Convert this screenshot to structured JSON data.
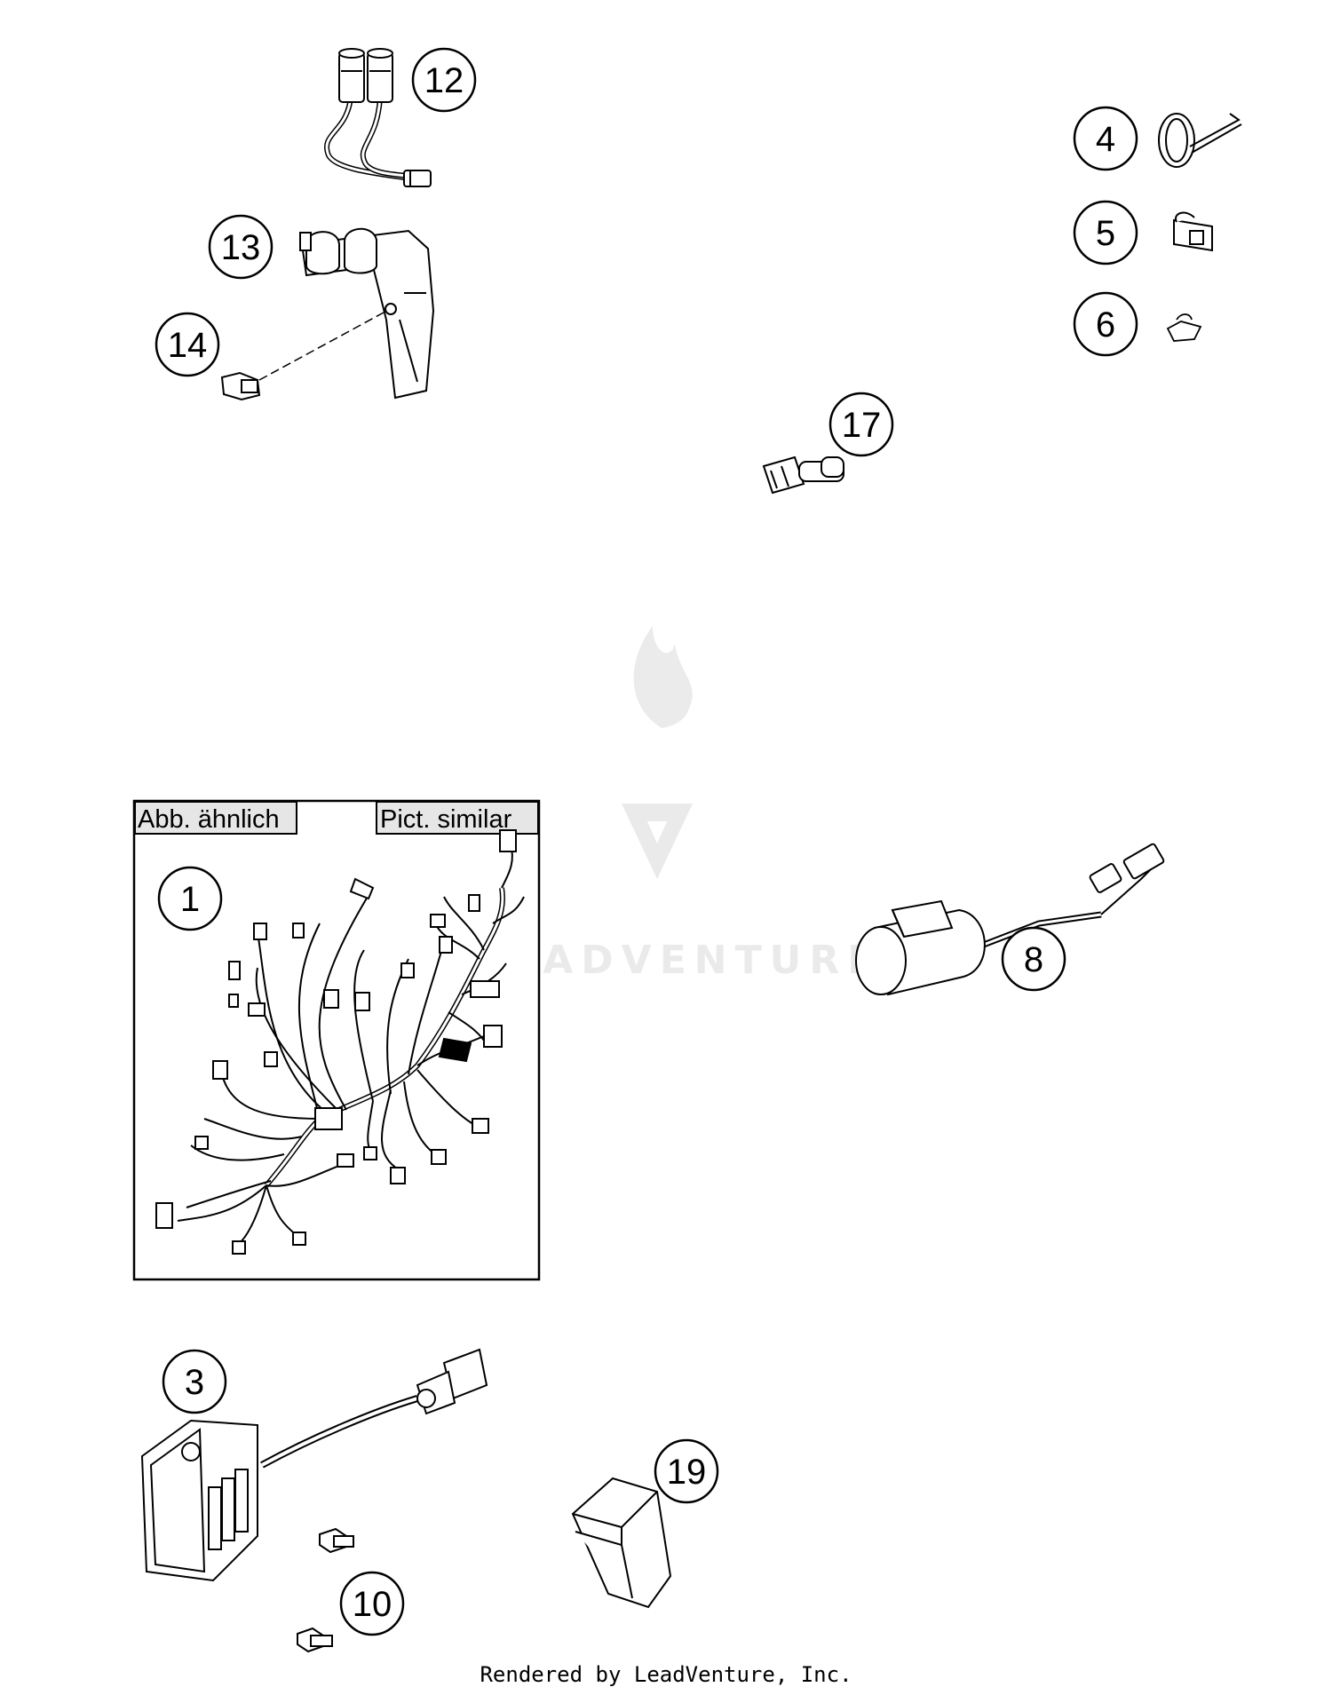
{
  "callouts": [
    {
      "id": "12",
      "label": "12"
    },
    {
      "id": "13",
      "label": "13"
    },
    {
      "id": "14",
      "label": "14"
    },
    {
      "id": "4",
      "label": "4"
    },
    {
      "id": "5",
      "label": "5"
    },
    {
      "id": "6",
      "label": "6"
    },
    {
      "id": "17",
      "label": "17"
    },
    {
      "id": "1",
      "label": "1"
    },
    {
      "id": "8",
      "label": "8"
    },
    {
      "id": "3",
      "label": "3"
    },
    {
      "id": "19",
      "label": "19"
    },
    {
      "id": "10",
      "label": "10"
    }
  ],
  "box": {
    "label_left": "Abb. ähnlich",
    "label_right": "Pict. similar"
  },
  "watermark": {
    "text": "LEADVENTURE"
  },
  "footer": {
    "text": "Rendered by LeadVenture, Inc."
  }
}
